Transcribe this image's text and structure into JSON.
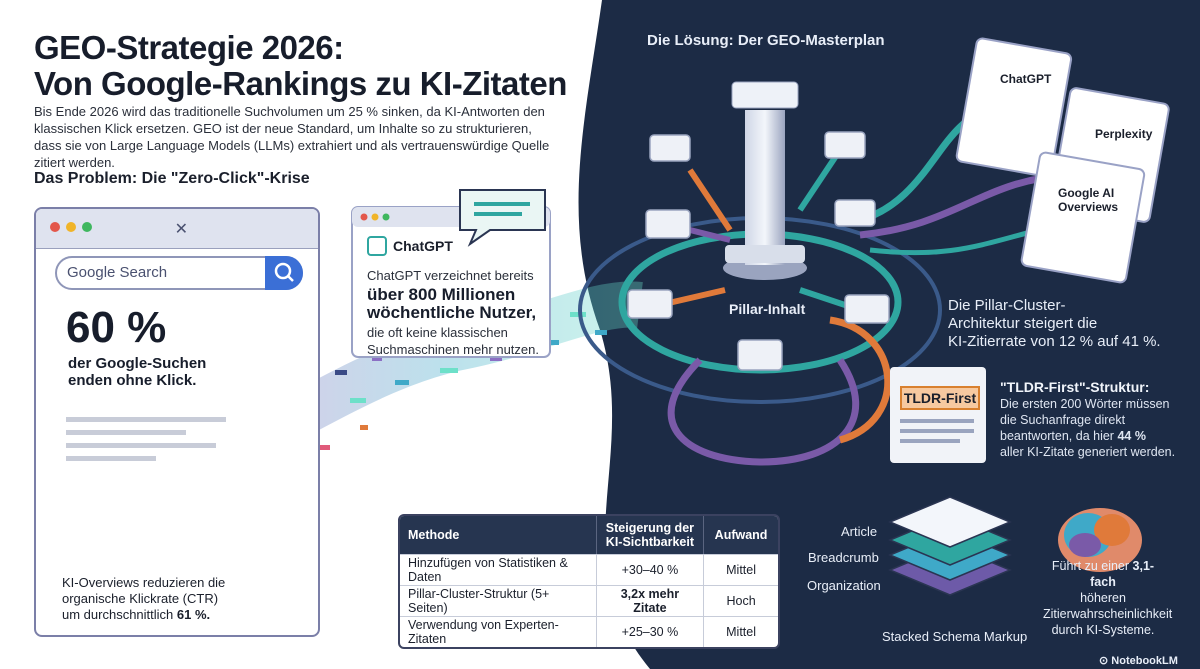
{
  "header": {
    "title_line1": "GEO-Strategie 2026:",
    "title_line2": "Von Google-Rankings zu KI-Zitaten",
    "intro": "Bis Ende 2026 wird das traditionelle Suchvolumen um 25 % sinken, da KI-Antworten den klassischen Klick ersetzen. GEO ist der neue Standard, um Inhalte so zu strukturieren, dass sie von Large Language Models (LLMs) extrahiert und als vertrauenswürdige Quelle zitiert werden."
  },
  "problem": {
    "heading": "Das Problem: Die \"Zero-Click\"-Krise",
    "search_placeholder": "Google Search",
    "stat_value": "60 %",
    "stat_caption_1": "der Google-Suchen",
    "stat_caption_2": "enden ohne Klick.",
    "overview_1": "KI-Overviews reduzieren die",
    "overview_2": "organische Klickrate (CTR)",
    "overview_3": "um durchschnittlich",
    "overview_pct": "61 %."
  },
  "chatgpt": {
    "name": "ChatGPT",
    "line1": "ChatGPT verzeichnet bereits",
    "big_1": "über 800 Millionen",
    "big_2": "wöchentliche Nutzer,",
    "line2": "die oft keine klassischen",
    "line3": "Suchmaschinen mehr nutzen."
  },
  "solution": {
    "heading": "Die Lösung: Der GEO-Masterplan",
    "pillar_label": "Pillar-Inhalt",
    "caption_1": "Die Pillar-Cluster-",
    "caption_2": "Architektur steigert die",
    "caption_3": "KI-Zitierrate von 12 % auf 41 %.",
    "ai_sources": [
      "ChatGPT",
      "Perplexity",
      "Google AI Overviews"
    ]
  },
  "tldr": {
    "badge": "TLDR-First",
    "heading": "\"TLDR-First\"-Struktur:",
    "line1": "Die ersten 200 Wörter müssen",
    "line2": "die Suchanfrage direkt",
    "line3_pre": "beantworten, da hier",
    "line3_pct": "44 %",
    "line4": "aller KI-Zitate generiert werden."
  },
  "table": {
    "headers": [
      "Methode",
      "Steigerung der KI-Sichtbarkeit",
      "Aufwand"
    ],
    "rows": [
      [
        "Hinzufügen von Statistiken & Daten",
        "+30–40 %",
        "Mittel"
      ],
      [
        "Pillar-Cluster-Struktur (5+ Seiten)",
        "3,2x mehr Zitate",
        "Hoch"
      ],
      [
        "Verwendung von Experten-Zitaten",
        "+25–30 %",
        "Mittel"
      ]
    ]
  },
  "schema": {
    "layers": [
      "Article",
      "Breadcrumb",
      "Organization"
    ],
    "caption": "Stacked Schema Markup"
  },
  "brain": {
    "pre": "Führt zu einer",
    "highlight": "3,1-fach",
    "line2": "höheren",
    "line3": "Zitierwahrscheinlichkeit",
    "line4": "durch KI-Systeme."
  },
  "footer": {
    "brand": "NotebookLM"
  },
  "colors": {
    "navy": "#1c2b45",
    "teal": "#2fa6a0",
    "orange": "#e07a3a",
    "purple": "#7a5aa8",
    "blue": "#3b6fd6"
  }
}
